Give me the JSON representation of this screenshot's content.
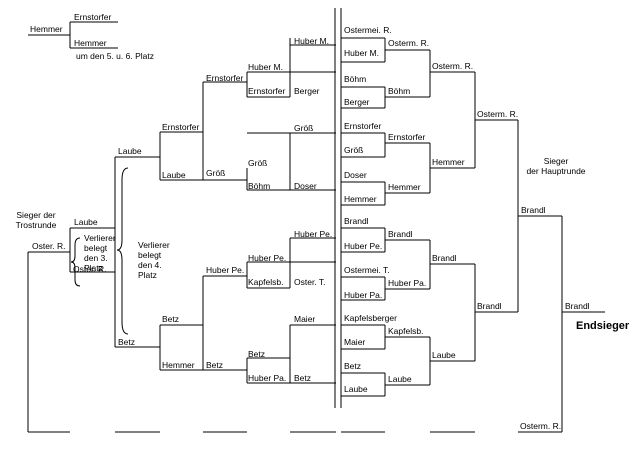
{
  "placement_5_6": {
    "player_a": "Hemmer",
    "player_b": "Ernstorfer",
    "player_c": "Hemmer",
    "caption": "um den 5. u. 6. Platz"
  },
  "main_round": {
    "r1": [
      "Huber M.",
      "Ernstorfer",
      "Berger",
      "Größ",
      "Doser",
      "Huber Pe.",
      "Oster. T.",
      "Maier",
      "Betz",
      "Ostermei. R.",
      "Huber M.",
      "Böhm",
      "Berger",
      "Ernstorfer",
      "Größ",
      "Doser",
      "Hemmer",
      "Brandl",
      "Huber Pe.",
      "Ostermei. T.",
      "Huber Pa.",
      "Kapfelsberger",
      "Maier",
      "Betz",
      "Laube"
    ],
    "left_r1": [
      "Huber M.",
      "Ernstorfer",
      "Größ",
      "Böhm",
      "Huber Pe.",
      "Kapfelsb.",
      "Betz",
      "Huber Pa."
    ],
    "left_r2": [
      "Ernstorfer",
      "Größ",
      "Huber Pe.",
      "Betz"
    ],
    "left_r3": [
      "Ernstorfer",
      "Laube",
      "Betz",
      "Hemmer"
    ],
    "left_r4": [
      "Laube",
      "Betz"
    ],
    "right_r2": [
      "Osterm. R.",
      "Böhm",
      "Ernstorfer",
      "Hemmer",
      "Brandl",
      "Huber Pa.",
      "Kapfelsb.",
      "Laube"
    ],
    "right_r3": [
      "Osterm. R.",
      "Hemmer",
      "Brandl",
      "Laube"
    ],
    "right_r4": [
      "Osterm. R.",
      "Brandl"
    ],
    "winner_label": "Sieger\nder Hauptrunde",
    "winner": "Brandl"
  },
  "consolation": {
    "label": "Sieger der\nTrostrunde",
    "laube": "Laube",
    "oster": "Oster. R.",
    "oster2": "Oster. R.",
    "loser3_note": "Verlierer\nbelegt\nden 3.\nPlatz",
    "loser4_note": "Verlierer\nbelegt\nden 4.\nPlatz"
  },
  "final": {
    "top": "Brandl",
    "bottom": "Osterm. R.",
    "winner": "Brandl",
    "title": "Endsieger"
  }
}
